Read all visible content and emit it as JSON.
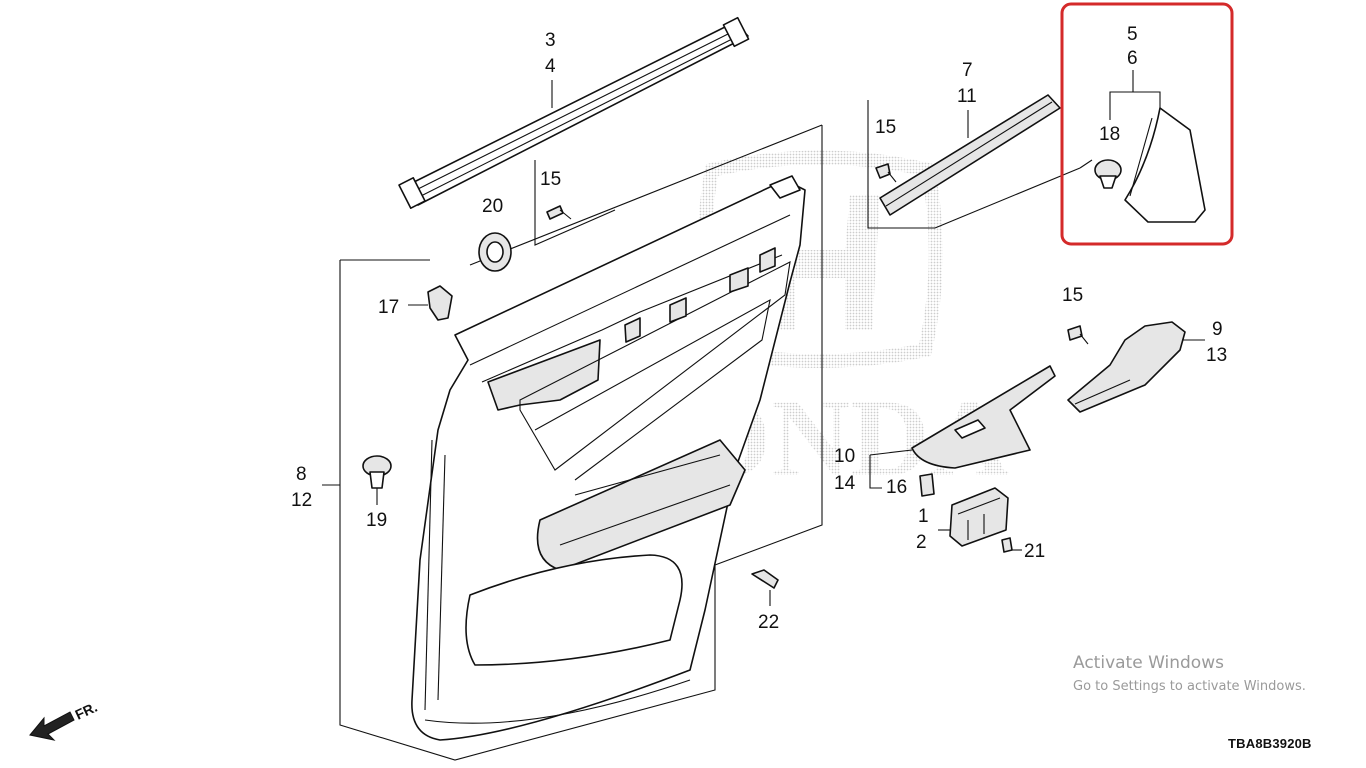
{
  "diagram": {
    "callouts": [
      {
        "id": "c3",
        "text": "3"
      },
      {
        "id": "c4",
        "text": "4"
      },
      {
        "id": "c5",
        "text": "5"
      },
      {
        "id": "c6",
        "text": "6"
      },
      {
        "id": "c7",
        "text": "7"
      },
      {
        "id": "c11",
        "text": "11"
      },
      {
        "id": "c15a",
        "text": "15"
      },
      {
        "id": "c15b",
        "text": "15"
      },
      {
        "id": "c15c",
        "text": "15"
      },
      {
        "id": "c18",
        "text": "18"
      },
      {
        "id": "c20",
        "text": "20"
      },
      {
        "id": "c17",
        "text": "17"
      },
      {
        "id": "c9",
        "text": "9"
      },
      {
        "id": "c13",
        "text": "13"
      },
      {
        "id": "c8",
        "text": "8"
      },
      {
        "id": "c12",
        "text": "12"
      },
      {
        "id": "c19",
        "text": "19"
      },
      {
        "id": "c10",
        "text": "10"
      },
      {
        "id": "c14",
        "text": "14"
      },
      {
        "id": "c16",
        "text": "16"
      },
      {
        "id": "c1",
        "text": "1"
      },
      {
        "id": "c2",
        "text": "2"
      },
      {
        "id": "c21",
        "text": "21"
      },
      {
        "id": "c22",
        "text": "22"
      }
    ],
    "front_arrow_label": "FR.",
    "drawing_code": "TBA8B3920B",
    "watermark": {
      "brand_text": "HONDA",
      "logo_letter": "H",
      "color": "#c8c8c8"
    },
    "highlight": {
      "color": "#d42a2a",
      "parts": [
        "5",
        "6",
        "18"
      ]
    }
  },
  "activation_notice": {
    "title": "Activate Windows",
    "subtitle": "Go to Settings to activate Windows."
  }
}
